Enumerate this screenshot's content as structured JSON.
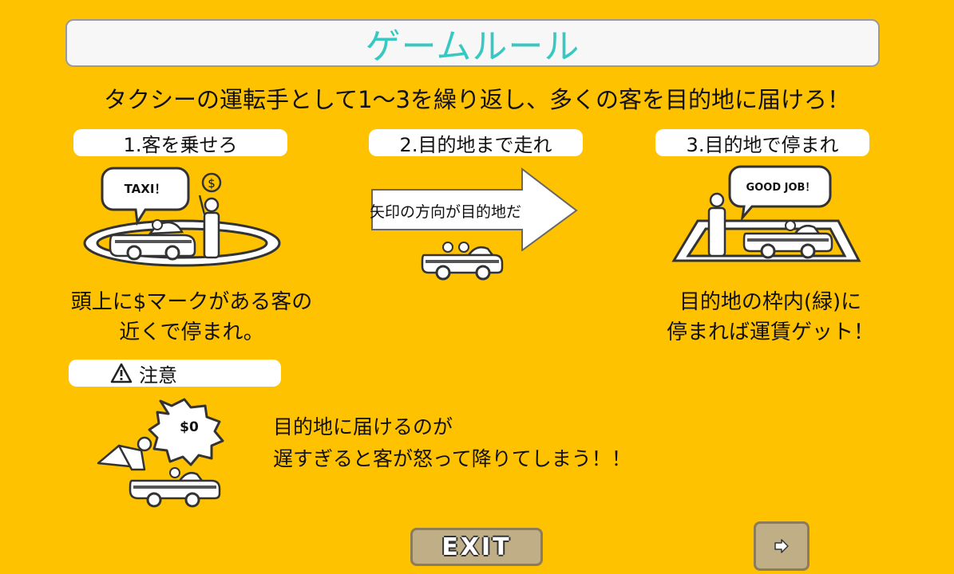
{
  "title": "ゲームルール",
  "subtitle": "タクシーの運転手として1～3を繰り返し、多くの客を目的地に届けろ！",
  "steps": [
    {
      "label": "1.客を乗せろ",
      "bubble": "TAXI！",
      "coin": "$",
      "desc_line1": "頭上に$マークがある客の",
      "desc_line2": "近くで停まれ。"
    },
    {
      "label": "2.目的地まで走れ",
      "arrow_text": "矢印の方向が目的地だ"
    },
    {
      "label": "3.目的地で停まれ",
      "bubble": "GOOD JOB！",
      "desc_line1": "目的地の枠内(緑)に",
      "desc_line2": "停まれば運賃ゲット！"
    }
  ],
  "warning": {
    "label": "注意",
    "bubble": "$0",
    "line1": "目的地に届けるのが",
    "line2": "遅すぎると客が怒って降りてしまう！！"
  },
  "buttons": {
    "exit_label": "EXIT",
    "next_icon": "right-arrow-icon"
  },
  "colors": {
    "background": "#FFC200",
    "title_text": "#37C8C2",
    "button_fill": "#BFAE86"
  }
}
